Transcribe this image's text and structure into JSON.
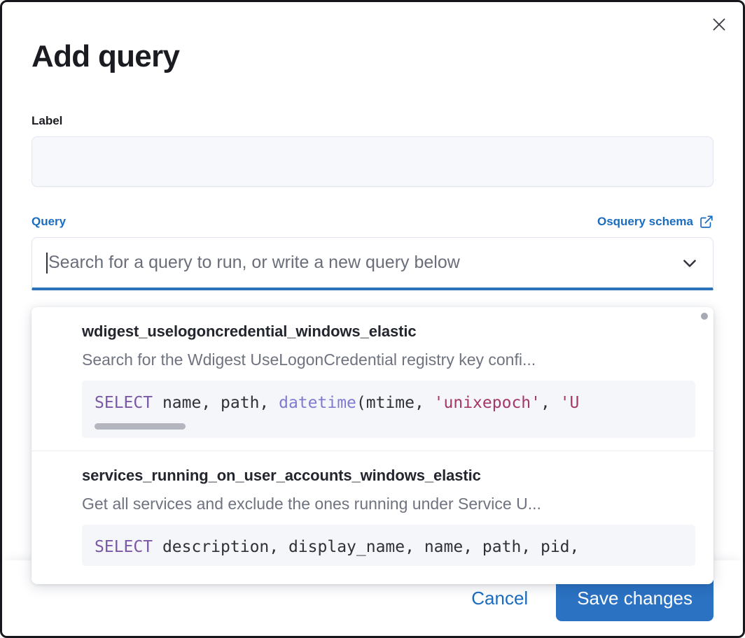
{
  "modal": {
    "title": "Add query",
    "close_icon": "close-icon"
  },
  "label_field": {
    "label": "Label",
    "value": "",
    "placeholder": ""
  },
  "query_section": {
    "label": "Query",
    "schema_link": "Osquery schema",
    "schema_link_icon": "external-link-icon",
    "combo": {
      "placeholder": "Search for a query to run, or write a new query below",
      "value": "",
      "chevron_icon": "chevron-down-icon"
    }
  },
  "dropdown": {
    "options": [
      {
        "title": "wdigest_uselogoncredential_windows_elastic",
        "description": "Search for the Wdigest UseLogonCredential registry key confi...",
        "code_tokens": [
          {
            "t": "SELECT",
            "c": "kw"
          },
          {
            "t": " name, path, ",
            "c": "pl"
          },
          {
            "t": "datetime",
            "c": "fn"
          },
          {
            "t": "(mtime, ",
            "c": "pl"
          },
          {
            "t": "'unixepoch'",
            "c": "str"
          },
          {
            "t": ", ",
            "c": "pl"
          },
          {
            "t": "'U",
            "c": "str"
          }
        ]
      },
      {
        "title": "services_running_on_user_accounts_windows_elastic",
        "description": "Get all services and exclude the ones running under Service U...",
        "code_tokens": [
          {
            "t": "SELECT",
            "c": "kw"
          },
          {
            "t": " description, display_name, name, path, pid,",
            "c": "pl"
          }
        ]
      }
    ]
  },
  "footer": {
    "cancel_label": "Cancel",
    "save_label": "Save changes"
  },
  "colors": {
    "accent_blue": "#1a6cc0",
    "button_blue": "#2b72c2",
    "focus_underline": "#2a72ba",
    "title_dark": "#1a1c21",
    "muted_text": "#6f737f",
    "code_bg": "#f5f6fa",
    "input_bg": "#f7f8fc",
    "sql_keyword": "#7b58a5",
    "sql_function": "#7f7bd1",
    "sql_string": "#a4376a"
  }
}
